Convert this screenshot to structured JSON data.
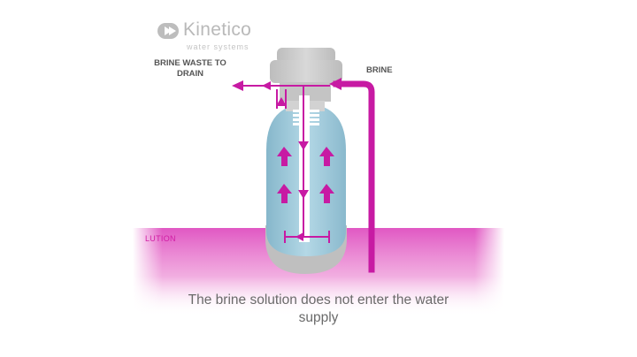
{
  "brand": {
    "name": "Kinetico",
    "tagline": "water systems",
    "logo_icon": "kinetico-logo-icon"
  },
  "labels": {
    "brine_waste": "BRINE WASTE TO DRAIN",
    "brine": "BRINE",
    "solution_partial": "LUTION"
  },
  "caption": "The brine solution does not enter the water supply",
  "colors": {
    "flow": "#c71aa3",
    "tank": "#9ec8d9",
    "cap": "#c9c9c9",
    "solution": "#e46bc9",
    "flow_light": "#f2c7ea"
  }
}
